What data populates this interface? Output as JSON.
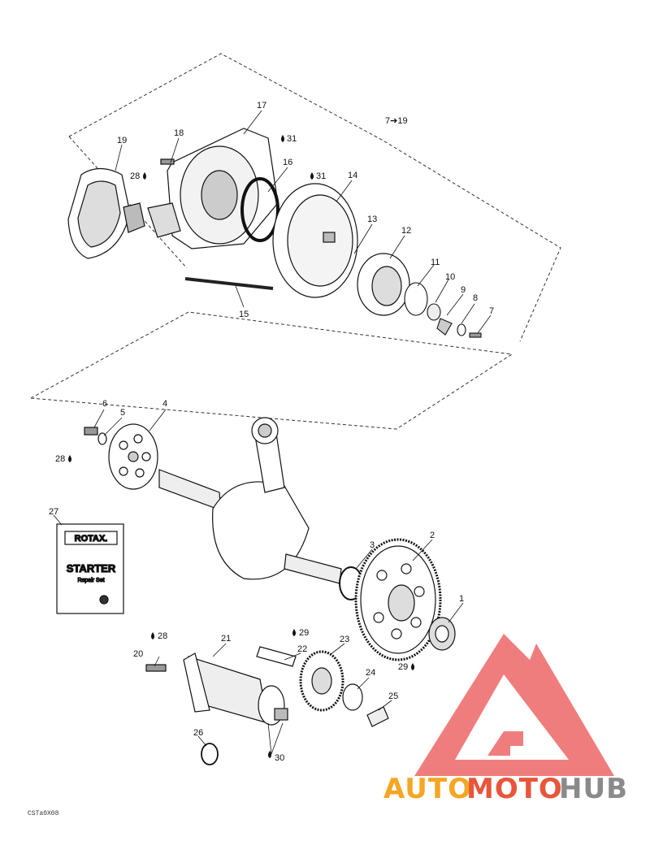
{
  "diagram": {
    "group_label": "7➔19",
    "callouts": [
      {
        "id": "c1",
        "text": "1"
      },
      {
        "id": "c2",
        "text": "2"
      },
      {
        "id": "c3",
        "text": "3"
      },
      {
        "id": "c4",
        "text": "4"
      },
      {
        "id": "c5",
        "text": "5"
      },
      {
        "id": "c6",
        "text": "6"
      },
      {
        "id": "c7",
        "text": "7"
      },
      {
        "id": "c8",
        "text": "8"
      },
      {
        "id": "c9",
        "text": "9"
      },
      {
        "id": "c10",
        "text": "10"
      },
      {
        "id": "c11",
        "text": "11"
      },
      {
        "id": "c12",
        "text": "12"
      },
      {
        "id": "c13",
        "text": "13"
      },
      {
        "id": "c14",
        "text": "14"
      },
      {
        "id": "c15",
        "text": "15"
      },
      {
        "id": "c16",
        "text": "16"
      },
      {
        "id": "c17",
        "text": "17"
      },
      {
        "id": "c18",
        "text": "18"
      },
      {
        "id": "c19",
        "text": "19"
      },
      {
        "id": "c20",
        "text": "20"
      },
      {
        "id": "c21",
        "text": "21"
      },
      {
        "id": "c22",
        "text": "22"
      },
      {
        "id": "c23",
        "text": "23"
      },
      {
        "id": "c24",
        "text": "24"
      },
      {
        "id": "c25",
        "text": "25"
      },
      {
        "id": "c26",
        "text": "26"
      },
      {
        "id": "c27",
        "text": "27"
      }
    ],
    "lubricant_marks": [
      {
        "id": "l31a",
        "text": "31"
      },
      {
        "id": "l31b",
        "text": "31"
      },
      {
        "id": "l28a",
        "text": "28"
      },
      {
        "id": "l28b",
        "text": "28"
      },
      {
        "id": "l28c",
        "text": "28"
      },
      {
        "id": "l29a",
        "text": "29"
      },
      {
        "id": "l29b",
        "text": "29"
      },
      {
        "id": "l30",
        "text": "30"
      }
    ],
    "package": {
      "brand": "ROTAX.",
      "title": "STARTER",
      "subtitle": "Repair Set"
    },
    "figure_code": "CSTa0X08"
  },
  "watermark": {
    "part1": "AUTO",
    "part2": "MOTO",
    "part3": "HUB",
    "colors": {
      "orange": "#f5a623",
      "red": "#e8553c",
      "grey": "#8a8a8a",
      "logo": "#ef6f6f"
    }
  }
}
